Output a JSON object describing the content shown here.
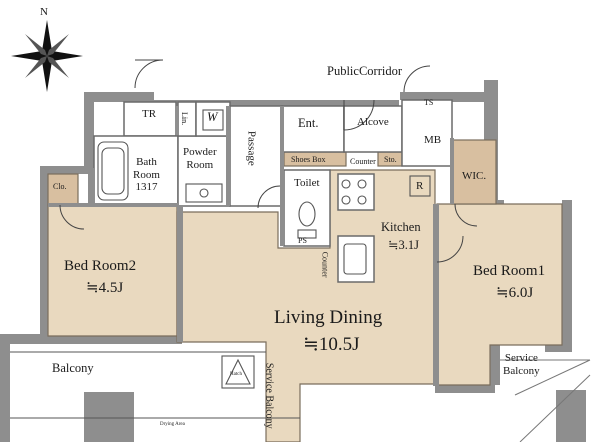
{
  "compass": {
    "north_label": "N"
  },
  "labels": {
    "public_corridor": "PublicCorridor",
    "tr": "TR",
    "lin": "Lin.",
    "w": "W",
    "ts": "TS",
    "mb": "MB",
    "ent": "Ent.",
    "alcove": "Alcove",
    "passage": "Passage",
    "bath_room": "Bath\nRoom\n1317",
    "powder_room": "Powder\nRoom",
    "shoes_box": "Shoes Box",
    "counter_top": "Counter",
    "sto": "Sto.",
    "toilet": "Toilet",
    "ps": "PS",
    "r": "R",
    "wic": "WIC.",
    "clo": "Clo.",
    "kitchen": "Kitchen",
    "kitchen_area": "≒3.1J",
    "counter_side": "Counter",
    "bedroom2": "Bed Room2",
    "bedroom2_area": "≒4.5J",
    "bedroom1": "Bed Room1",
    "bedroom1_area": "≒6.0J",
    "living_dining": "Living Dining",
    "living_dining_area": "≒10.5J",
    "balcony": "Balcony",
    "hatch": "Hatch",
    "drying_area": "Drying Area",
    "service_balcony_vertical": "Service Balcony",
    "service_balcony": "Service\nBalcony"
  },
  "colors": {
    "wall": "#8e8e8e",
    "room_fill": "#e9d9bf",
    "room_border": "#7a6d5c",
    "closet_fill": "#d8bfa0",
    "wet_fill": "#ffffff"
  }
}
